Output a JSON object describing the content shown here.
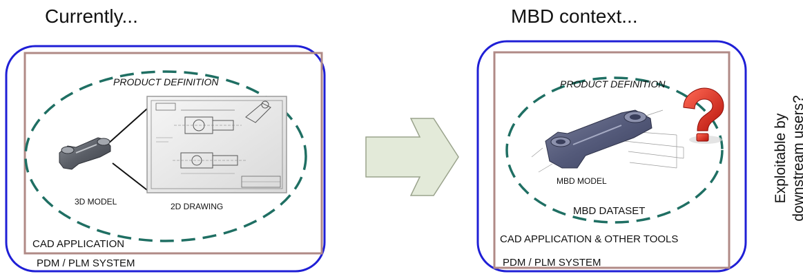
{
  "left": {
    "heading": "Currently...",
    "outer_label": "PDM / PLM SYSTEM",
    "inner_label": "CAD APPLICATION",
    "ellipse_label": "PRODUCT DEFINITION",
    "model_caption": "3D MODEL",
    "drawing_caption": "2D DRAWING"
  },
  "right": {
    "heading": "MBD context...",
    "outer_label": "PDM / PLM SYSTEM",
    "inner_label": "CAD APPLICATION & OTHER TOOLS",
    "ellipse_label": "PRODUCT DEFINITION",
    "model_caption": "MBD MODEL",
    "dataset_label": "MBD DATASET",
    "question_mark": "?",
    "side_note_line1": "Exploitable by",
    "side_note_line2": "downstream users?"
  },
  "colors": {
    "outer_border": "#1f1fd6",
    "inner_border": "#b08a86",
    "ellipse_dash": "#1f6f63",
    "arrow_fill": "#e3ead9",
    "arrow_stroke": "#9aa38c",
    "question_red": "#e23a2a"
  },
  "icons": {
    "model": "part-3d-model-icon",
    "drawing": "technical-drawing-icon",
    "arrow": "right-arrow-icon",
    "question": "question-mark-icon"
  }
}
